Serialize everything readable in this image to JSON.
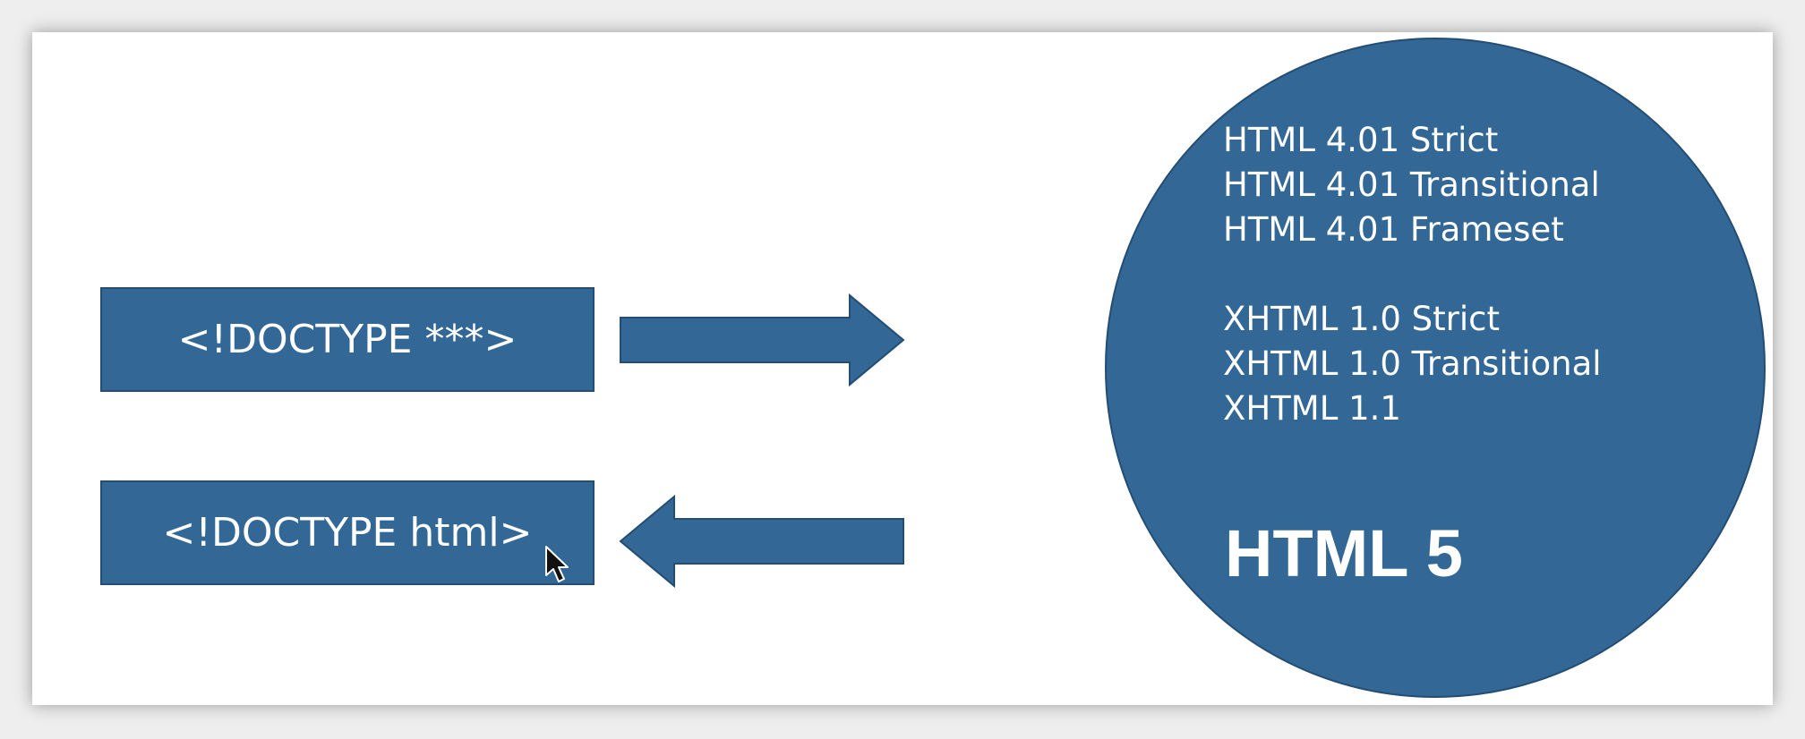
{
  "doctype_boxes": {
    "legacy_label": "<!DOCTYPE ***>",
    "html5_label": "<!DOCTYPE html>"
  },
  "versions": {
    "html4": [
      "HTML 4.01 Strict",
      "HTML 4.01 Transitional",
      "HTML 4.01 Frameset"
    ],
    "xhtml": [
      "XHTML 1.0 Strict",
      "XHTML 1.0 Transitional",
      "XHTML 1.1"
    ],
    "html5": "HTML 5"
  },
  "colors": {
    "shape_fill": "#336795",
    "shape_border": "#234d72",
    "text": "#ffffff",
    "slide_background": "#ffffff"
  },
  "icons": {
    "right": "arrow-right-icon",
    "left": "arrow-left-icon",
    "cursor": "mouse-pointer-icon"
  }
}
